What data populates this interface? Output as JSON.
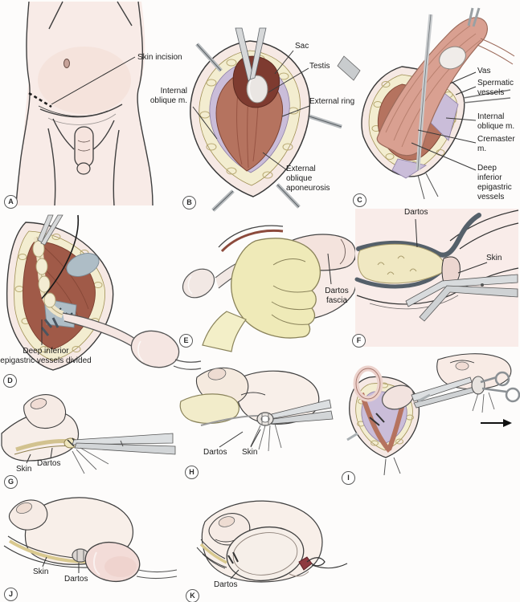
{
  "figure": {
    "type": "surgical-procedure-illustration",
    "panel_count": 11
  },
  "colors": {
    "background": "#fdfcfb",
    "skin": "#f7eae5",
    "skin_shade": "#f0d9d1",
    "muscle": "#b5735f",
    "muscle_dark": "#8e4a3a",
    "sac_maroon": "#7e3b30",
    "fat": "#f3edd0",
    "fat_line": "#b0a26c",
    "fascia_lavender": "#cabdd9",
    "glove": "#efeab8",
    "dartos_gray": "#55606a",
    "instrument": "#d8dbdd",
    "outline": "#3a3a3a",
    "label_text": "#1c1c1c"
  },
  "panels": [
    {
      "letter": "A",
      "labels": [
        {
          "text": "Skin incision"
        }
      ]
    },
    {
      "letter": "B",
      "labels": [
        {
          "text": "Sac"
        },
        {
          "text": "Testis"
        },
        {
          "text": "Internal\noblique m."
        },
        {
          "text": "External ring"
        },
        {
          "text": "External\noblique\naponeurosis"
        }
      ]
    },
    {
      "letter": "C",
      "labels": [
        {
          "text": "Vas"
        },
        {
          "text": "Spermatic\nvessels"
        },
        {
          "text": "Internal\noblique m."
        },
        {
          "text": "Cremaster\nm."
        },
        {
          "text": "Deep\ninferior\nepigastric\nvessels"
        }
      ]
    },
    {
      "letter": "D",
      "labels": [
        {
          "text": "Deep inferior\nepigastric vessels divided"
        }
      ]
    },
    {
      "letter": "E",
      "labels": [
        {
          "text": "Dartos\nfascia"
        }
      ]
    },
    {
      "letter": "F",
      "labels": [
        {
          "text": "Dartos"
        },
        {
          "text": "Skin"
        }
      ]
    },
    {
      "letter": "G",
      "labels": [
        {
          "text": "Skin"
        },
        {
          "text": "Dartos"
        }
      ]
    },
    {
      "letter": "H",
      "labels": [
        {
          "text": "Dartos"
        },
        {
          "text": "Skin"
        }
      ]
    },
    {
      "letter": "I",
      "labels": [],
      "icon": "right-arrow"
    },
    {
      "letter": "J",
      "labels": [
        {
          "text": "Skin"
        },
        {
          "text": "Dartos"
        }
      ]
    },
    {
      "letter": "K",
      "labels": [
        {
          "text": "Dartos"
        }
      ]
    }
  ]
}
